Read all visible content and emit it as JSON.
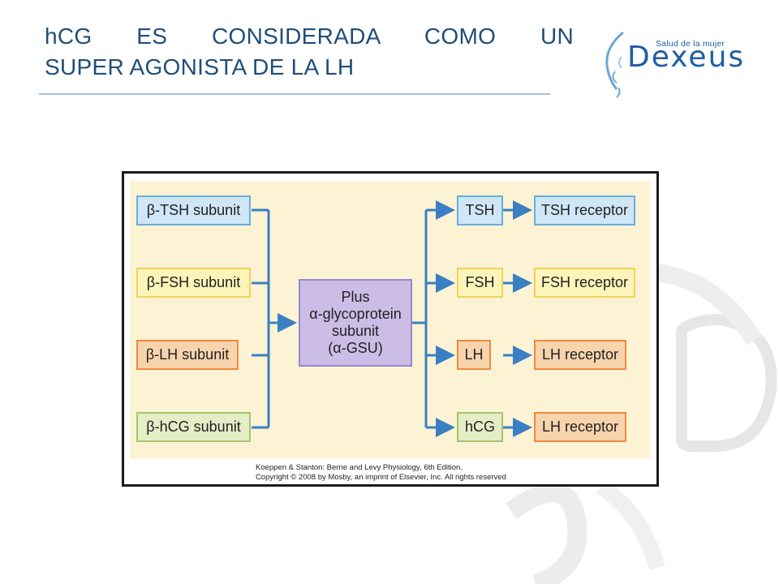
{
  "slide": {
    "title_line1": "hCG ES CONSIDERADA COMO UN",
    "title_line2": "SUPER AGONISTA DE LA LH"
  },
  "logo": {
    "tagline": "Salud de la mujer",
    "brand": "Dexeus"
  },
  "figure": {
    "subunits": [
      {
        "label": "β-TSH subunit",
        "variant": "tsh"
      },
      {
        "label": "β-FSH subunit",
        "variant": "fsh"
      },
      {
        "label": "β-LH subunit",
        "variant": "lh"
      },
      {
        "label": "β-hCG subunit",
        "variant": "hcg"
      }
    ],
    "center": {
      "lines": [
        "Plus",
        "α-glycoprotein",
        "subunit",
        "(α-GSU)"
      ]
    },
    "hormones": [
      {
        "label": "TSH",
        "variant": "tsh"
      },
      {
        "label": "FSH",
        "variant": "fsh"
      },
      {
        "label": "LH",
        "variant": "lh"
      },
      {
        "label": "hCG",
        "variant": "hcg"
      }
    ],
    "receptors": [
      {
        "label": "TSH receptor",
        "variant": "tsh"
      },
      {
        "label": "FSH receptor",
        "variant": "fsh"
      },
      {
        "label": "LH receptor",
        "variant": "lh"
      },
      {
        "label": "LH receptor",
        "variant": "lh"
      }
    ],
    "caption_line1": "Koeppen & Stanton: Berne and Levy Physiology, 6th Edition.",
    "caption_line2": "Copyright © 2008 by Mosby, an imprint of Elsevier, Inc. All rights reserved"
  },
  "colors": {
    "title": "#1f4e79",
    "arrow": "#3a7fc4",
    "panel": "#fbf3d4"
  }
}
